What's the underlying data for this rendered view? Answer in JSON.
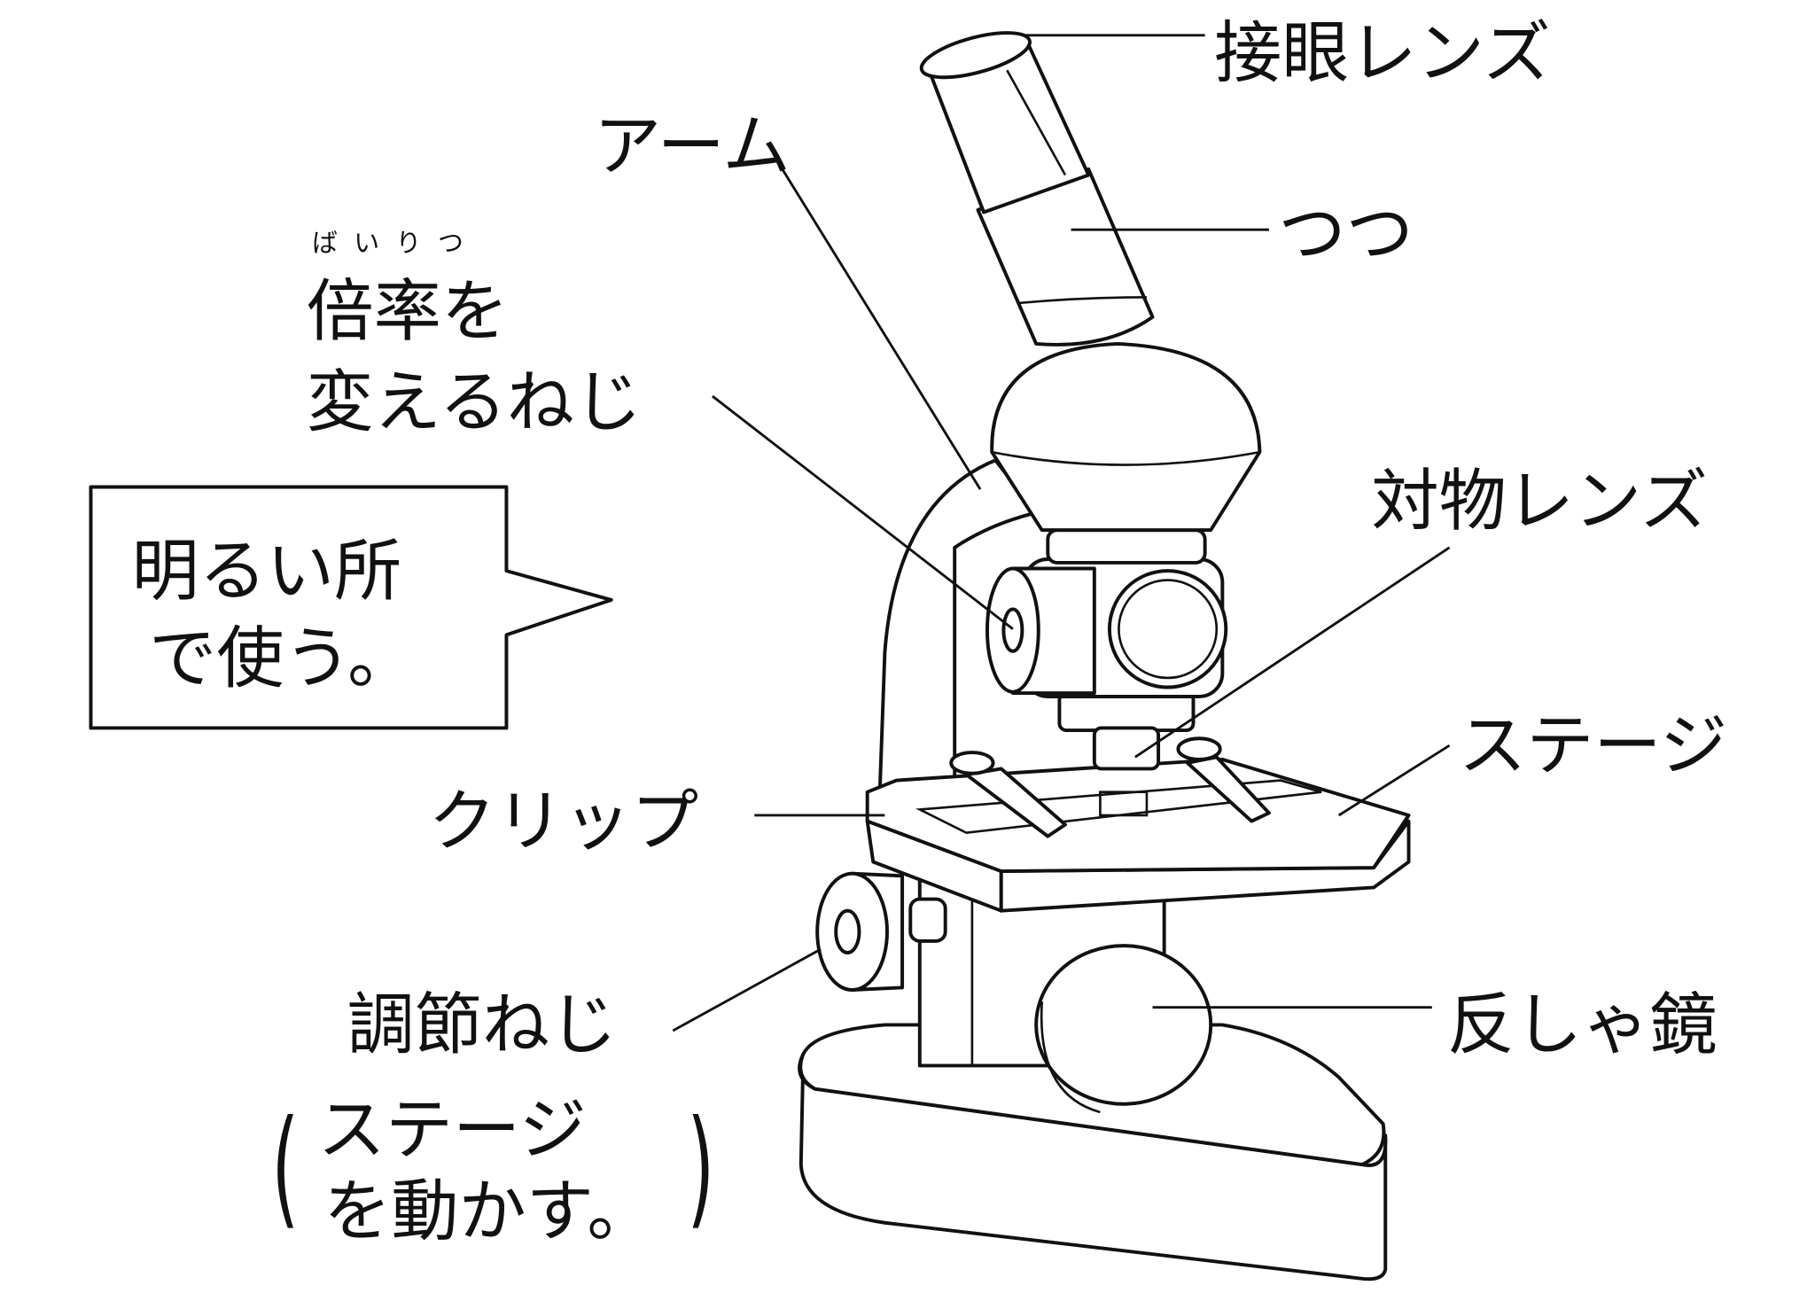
{
  "labels": {
    "eyepiece": "接眼レンズ",
    "arm": "アーム",
    "tube": "つつ",
    "revolver_ruby": "ばいりつ",
    "revolver_line1": "倍率を",
    "revolver_line2": "変えるねじ",
    "objective": "対物レンズ",
    "stage": "ステージ",
    "clip": "クリップ",
    "focus_knob": "調節ねじ",
    "focus_note_open": "(",
    "focus_note_line1": "ステージ",
    "focus_note_line2": "を動かす。",
    "focus_note_close": ")",
    "mirror": "反しゃ鏡"
  },
  "callout": {
    "line1": "明るい所",
    "line2": "で使う。"
  }
}
